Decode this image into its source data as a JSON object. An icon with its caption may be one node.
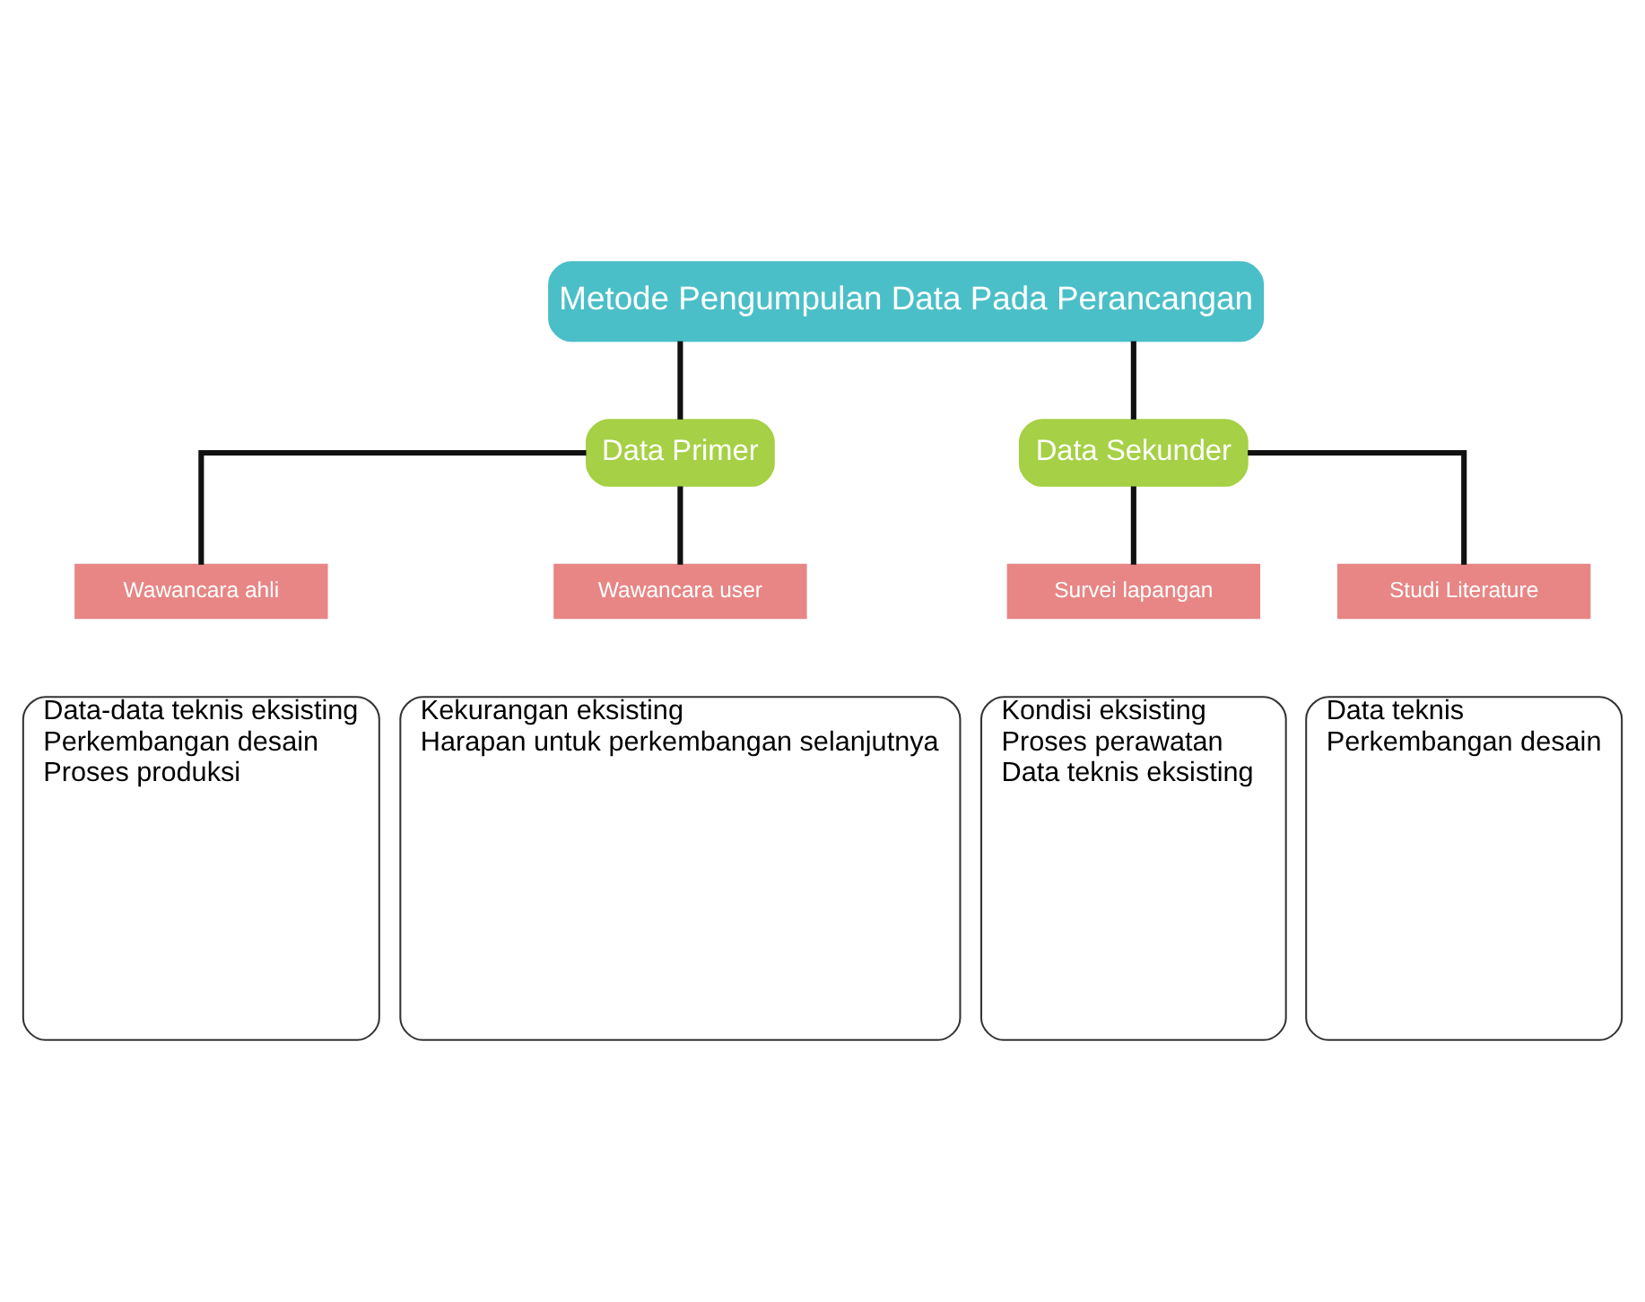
{
  "diagram": {
    "nodes": [
      {
        "text": [
          "Metode Pengumpulan Data Pada Perancangan"
        ]
      },
      {
        "text": [
          "Data Primer"
        ]
      },
      {
        "text": [
          "Data Sekunder"
        ]
      },
      {
        "text": [
          "Wawancara ahli"
        ]
      },
      {
        "text": [
          "Wawancara user"
        ]
      },
      {
        "text": [
          "Survei lapangan"
        ]
      },
      {
        "text": [
          "Studi Literature"
        ]
      },
      {
        "text": [
          "Data-data teknis eksisting",
          "Perkembangan desain",
          "Proses produksi"
        ]
      },
      {
        "text": [
          "Kekurangan eksisting",
          "Harapan untuk perkembangan selanjutnya"
        ]
      },
      {
        "text": [
          "Kondisi eksisting",
          "Proses perawatan",
          "Data teknis eksisting"
        ]
      },
      {
        "text": [
          "Data teknis",
          "Perkembangan desain"
        ]
      }
    ],
    "edges": [
      {
        "from": 0,
        "to": 1,
        "arrow": "none"
      },
      {
        "from": 0,
        "to": 2,
        "arrow": "none"
      },
      {
        "from": 1,
        "to": 3,
        "arrow": "none"
      },
      {
        "from": 1,
        "to": 4,
        "arrow": "none"
      },
      {
        "from": 2,
        "to": 5,
        "arrow": "none"
      },
      {
        "from": 2,
        "to": 6,
        "arrow": "none"
      }
    ]
  }
}
